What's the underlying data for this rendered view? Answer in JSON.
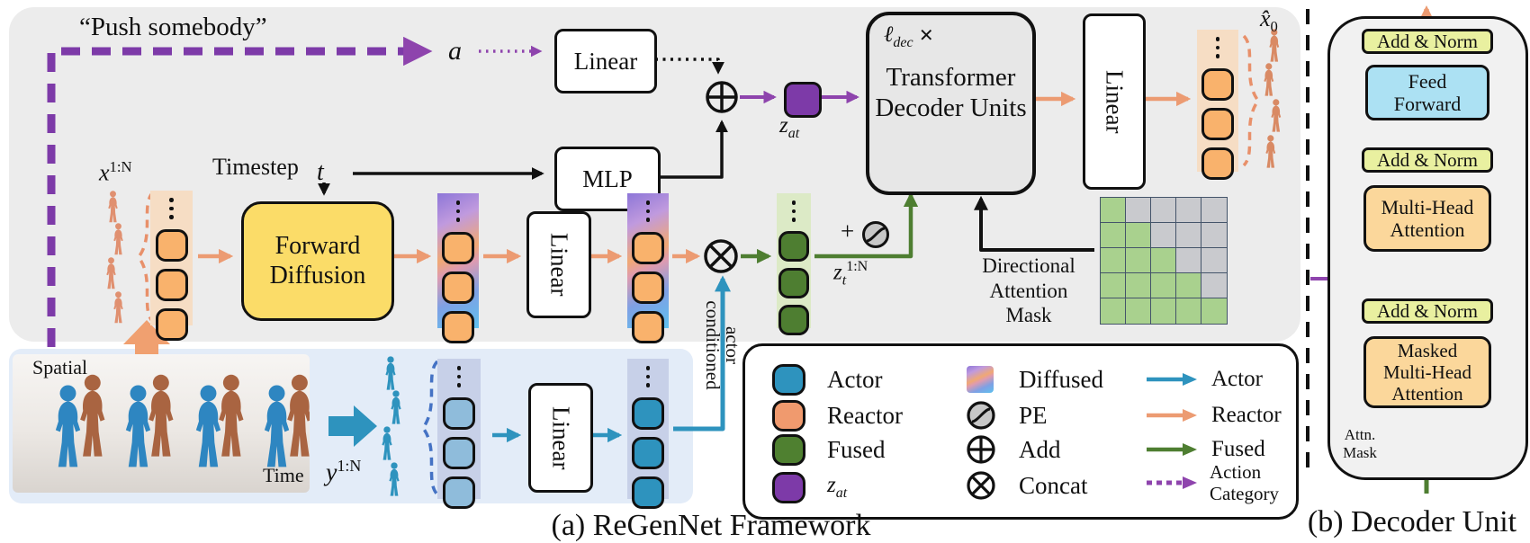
{
  "captions": {
    "a": "(a) ReGenNet Framework",
    "b": "(b) Decoder Unit"
  },
  "panel_a": {
    "action_text": "“Push somebody”",
    "action_var": "a",
    "linear_label": "Linear",
    "mlp_label": "MLP",
    "timestep_label": "Timestep",
    "timestep_var": "t",
    "forward_diffusion_label": "Forward Diffusion",
    "decoder_units": {
      "count_base": "ℓ",
      "count_sub": "dec",
      "count_times": "✕",
      "label": "Transformer Decoder Units"
    },
    "vars": {
      "x_base": "x",
      "x_sup": "1:N",
      "y_base": "y",
      "y_sup": "1:N",
      "zt_base": "z",
      "zt_sub": "t",
      "zt_sup": "1:N",
      "zat_base": "z",
      "zat_sub": "at",
      "xhat_base": "x̂",
      "xhat_sub": "0",
      "pe_plus": "+"
    },
    "actor_conditioned_line1": "actor",
    "actor_conditioned_line2": "conditioned",
    "mask_label_line1": "Directional",
    "mask_label_line2": "Attention Mask",
    "attention_mask_pattern": [
      [
        1,
        0,
        0,
        0,
        0
      ],
      [
        1,
        1,
        0,
        0,
        0
      ],
      [
        1,
        1,
        1,
        0,
        0
      ],
      [
        1,
        1,
        1,
        1,
        0
      ],
      [
        1,
        1,
        1,
        1,
        1
      ]
    ],
    "axes": {
      "vertical": "Spatial",
      "horizontal": "Time"
    }
  },
  "legend": {
    "tokens": [
      {
        "label": "Actor",
        "color": "#2E93BE"
      },
      {
        "label": "Reactor",
        "color": "#F09A6E"
      },
      {
        "label": "Fused",
        "color": "#4F8030"
      },
      {
        "label_base": "z",
        "label_sub": "at",
        "color": "#7D3AA8"
      }
    ],
    "symbols": [
      {
        "label": "Diffused",
        "icon": "diffused-gradient-icon"
      },
      {
        "label": "PE",
        "icon": "positional-encoding-icon"
      },
      {
        "label": "Add",
        "icon": "add-circle-icon"
      },
      {
        "label": "Concat",
        "icon": "concat-circle-icon"
      }
    ],
    "arrows": [
      {
        "label": "Actor",
        "color": "#2E93BE",
        "style": "solid"
      },
      {
        "label": "Reactor",
        "color": "#EC9B72",
        "style": "solid"
      },
      {
        "label": "Fused",
        "color": "#4E7E31",
        "style": "solid"
      },
      {
        "label": "Action Category",
        "color": "#8E44AD",
        "style": "dotted"
      }
    ]
  },
  "panel_b": {
    "blocks": {
      "add_norm": "Add & Norm",
      "feed_forward": "Feed Forward",
      "mha": "Multi-Head Attention",
      "masked_mha": "Masked Multi-Head Attention"
    },
    "attn_mask_line1": "Attn.",
    "attn_mask_line2": "Mask"
  },
  "colors": {
    "panel_a_bg": "#ECECEC",
    "panel_blue_bg": "#E3ECF8",
    "panel_b_bg": "#F1F1F1",
    "actor": "#2E93BE",
    "actor_light": "#8FBCDB",
    "reactor": "#F9B26C",
    "reactor_bg": "#F6DDC4",
    "fused": "#4E7E31",
    "fused_bg": "#DCEAC6",
    "zat": "#7D3AA8",
    "purple_arrow": "#8E44AD",
    "orange_arrow": "#EC9B72",
    "forward_diffusion": "#FBDC68",
    "add_norm": "#E9F0A0",
    "feed_forward": "#ACE1F3",
    "attention": "#FBD79B",
    "mask_on": "#A9D18E",
    "mask_off": "#C9CACE"
  }
}
